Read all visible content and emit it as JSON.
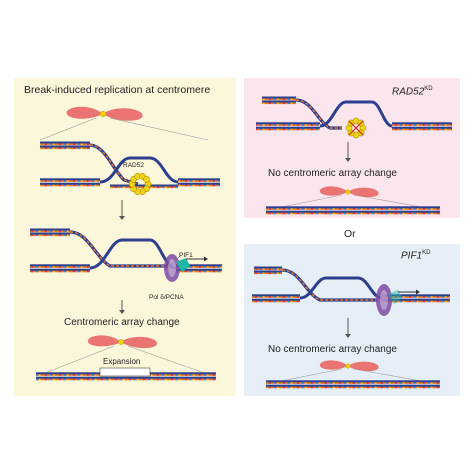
{
  "left_panel": {
    "title": "Break-induced replication at centromere",
    "rad52_label": "RAD52",
    "pif1_label": "PIF1",
    "polymerase_label": "Pol δ/PCNA",
    "result": "Centromeric array change",
    "expansion_label": "Expansion"
  },
  "rad52_panel": {
    "gene": "RAD52",
    "suffix": "KD",
    "result": "No centromeric array change"
  },
  "connector": "Or",
  "pif1_panel": {
    "gene": "PIF1",
    "suffix": "KD",
    "result": "No centromeric array change"
  },
  "colors": {
    "left_bg": "#fcf6da",
    "rad52_bg": "#fbe6ee",
    "pif1_bg": "#e6eef8",
    "chromosome": "#ea7471",
    "centromere": "#f2d312",
    "strand_blue": "#2d3f8f",
    "strand_orange": "#e8782a",
    "rad52_ring": "#f2d312",
    "pif1_helicase": "#1fb7a7",
    "pcna": "#7b4aa3"
  }
}
